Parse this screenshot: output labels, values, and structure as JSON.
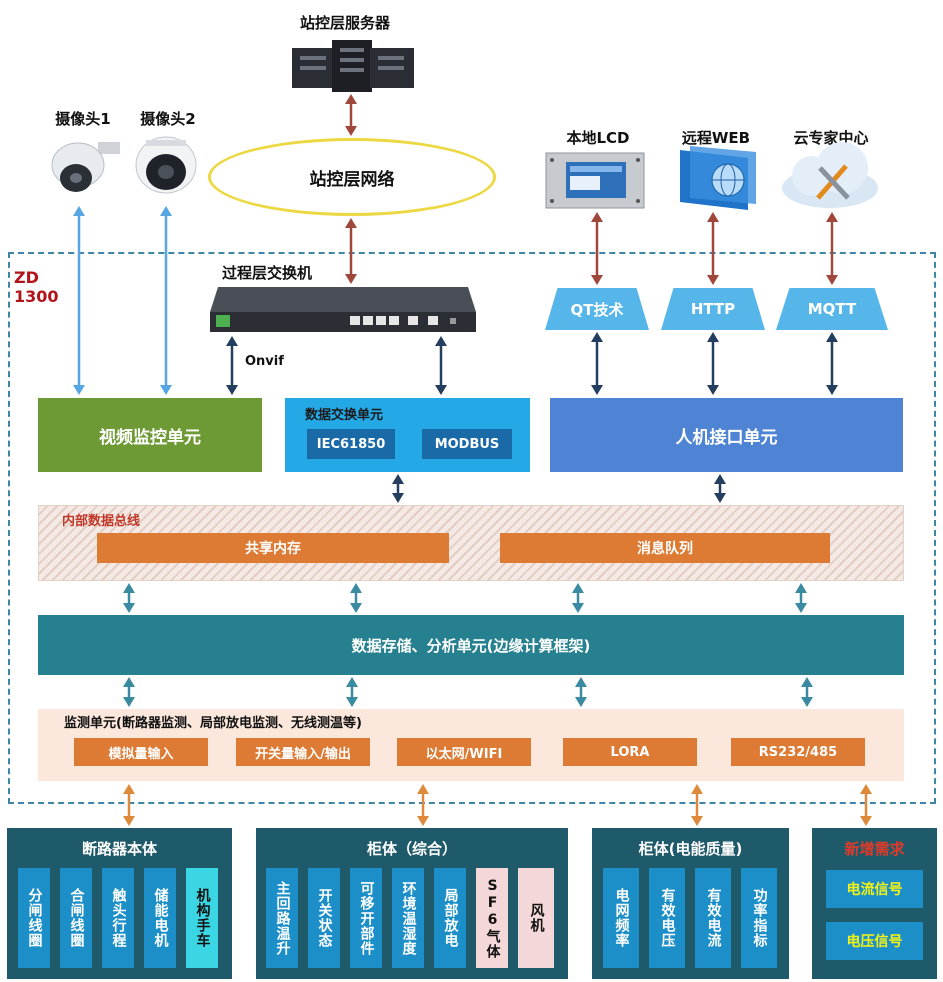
{
  "top": {
    "server_label": "站控层服务器",
    "network_label": "站控层网络",
    "camera1_label": "摄像头1",
    "camera2_label": "摄像头2",
    "lcd_label": "本地LCD",
    "web_label": "远程WEB",
    "cloud_label": "云专家中心"
  },
  "boundary": {
    "label_line1": "ZD",
    "label_line2": "1300"
  },
  "switch": {
    "label": "过程层交换机",
    "onvif_label": "Onvif"
  },
  "protocols": [
    "QT技术",
    "HTTP",
    "MQTT"
  ],
  "units": {
    "video": "视频监控单元",
    "data_exchange": {
      "title": "数据交换单元",
      "items": [
        "IEC61850",
        "MODBUS"
      ]
    },
    "hmi": "人机接口单元"
  },
  "bus": {
    "title": "内部数据总线",
    "items": [
      "共享内存",
      "消息队列"
    ]
  },
  "storage": "数据存储、分析单元(边缘计算框架)",
  "monitor": {
    "title": "监测单元(断路器监测、局部放电监测、无线测温等)",
    "items": [
      "模拟量输入",
      "开关量输入/输出",
      "以太网/WIFI",
      "LORA",
      "RS232/485"
    ]
  },
  "bottom": {
    "breaker": {
      "title": "断路器本体",
      "items": [
        "分闸线圈",
        "合闸线圈",
        "触头行程",
        "储能电机",
        "机构手车"
      ]
    },
    "cabinet": {
      "title": "柜体（综合）",
      "items": [
        "主回路温升",
        "开关状态",
        "可移开部件",
        "环境温湿度",
        "局部放电",
        "SF6气体",
        "风机"
      ]
    },
    "power_quality": {
      "title": "柜体(电能质量)",
      "items": [
        "电网频率",
        "有效电压",
        "有效电流",
        "功率指标"
      ]
    },
    "other": {
      "title": "新增需求",
      "items": [
        "电流信号",
        "电压信号"
      ]
    }
  },
  "colors": {
    "arrow_brown": "#a0473c",
    "arrow_navy": "#233e5e",
    "arrow_light_blue": "#55a6e2",
    "arrow_teal": "#3a8aa1",
    "arrow_orange": "#dd8a3a"
  }
}
